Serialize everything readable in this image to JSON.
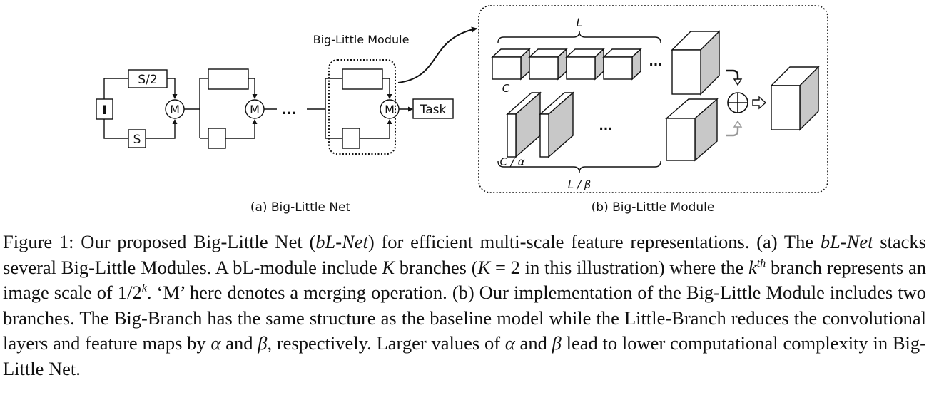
{
  "diagram_a": {
    "input_label": "I",
    "top_branch_label": "S/2",
    "bottom_branch_label": "S",
    "merge_label": "M",
    "ellipsis": "...",
    "module_title": "Big-Little Module",
    "task_label": "Task",
    "subcaption": "(a) Big-Little Net"
  },
  "diagram_b": {
    "big_length_label": "L",
    "big_channels_label": "C",
    "little_channels_label": "C / α",
    "little_length_label": "L / β",
    "ellipsis": "...",
    "subcaption": "(b) Big-Little Module"
  },
  "caption": {
    "figure_label": "Figure 1:",
    "text_1": " Our proposed Big-Little Net (",
    "abbr": "bL-Net",
    "text_2": ") for efficient multi-scale feature representations. (a) The ",
    "abbr_2": "bL-Net",
    "text_3": " stacks several Big-Little Modules. A bL-module include ",
    "var_k": "K",
    "text_4": " branches (",
    "var_k2": "K",
    "text_5": " = 2 in this illustration) where the ",
    "var_k3": "k",
    "sup_th": "th",
    "text_6": " branch represents an image scale of 1/2",
    "sup_k": "k",
    "text_7": ". ‘M’ here denotes a merging operation. (b) Our implementation of the Big-Little Module includes two branches. The Big-Branch has the same structure as the baseline model while the Little-Branch reduces the convolutional layers and feature maps by ",
    "var_alpha": "α",
    "text_8": " and ",
    "var_beta": "β",
    "text_9": ", respectively. Larger values of ",
    "var_alpha2": "α",
    "text_10": " and ",
    "var_beta2": "β",
    "text_11": " lead to lower computational complexity in Big-Little Net."
  }
}
